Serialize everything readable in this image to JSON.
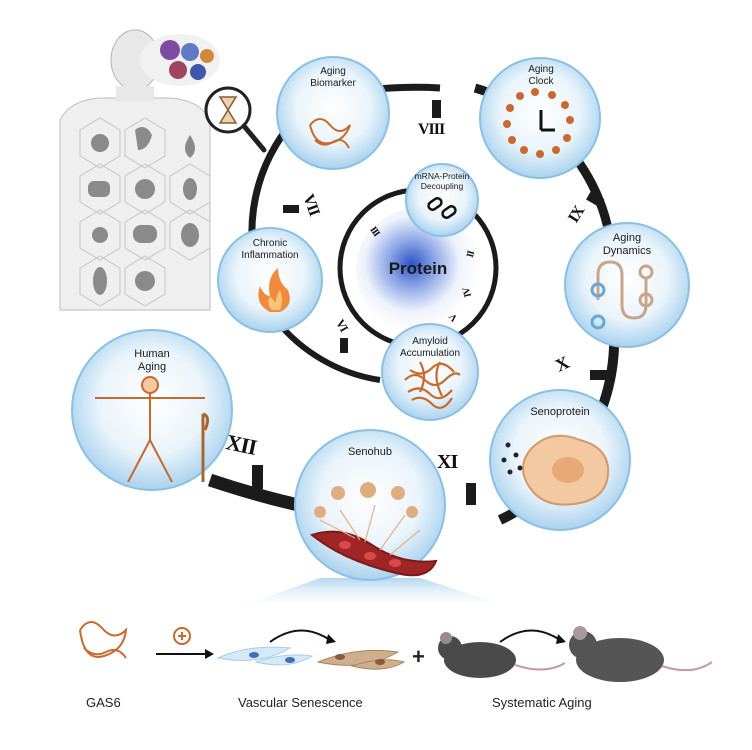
{
  "center": {
    "label": "Protein"
  },
  "nodes": {
    "mrna": "mRNA-Protein\nDecoupling",
    "biomarker": "Aging\nBiomarker",
    "clock": "Aging\nClock",
    "dynamics": "Aging\nDynamics",
    "senoprotein": "Senoprotein",
    "senohub": "Senohub",
    "human": "Human\nAging",
    "inflammation": "Chronic\nInflammation",
    "amyloid": "Amyloid\nAccumulation"
  },
  "numerals": {
    "outer": [
      "VII",
      "VIII",
      "IX",
      "X",
      "XI",
      "XII"
    ],
    "inner": [
      "III",
      "II",
      "IV",
      "V",
      "VI"
    ]
  },
  "bottom": {
    "gas6": "GAS6",
    "vascular": "Vascular Senescence",
    "systemic": "Systematic Aging",
    "plus_sign": "+"
  },
  "colors": {
    "ring": "#1b1b1b",
    "bubble": "#cfe6f7",
    "bubble_edge": "#7ab6e0",
    "protein_orange": "#c8692e",
    "organ_grey": "#8a8a8a"
  }
}
